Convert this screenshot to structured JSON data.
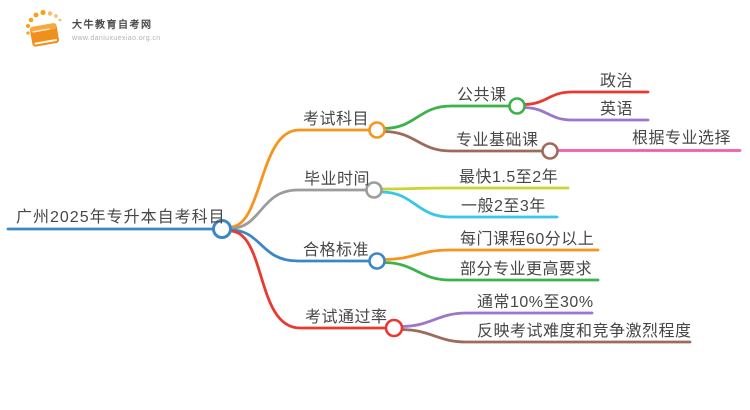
{
  "logo": {
    "site_name": "大牛教育自考网",
    "site_url": "www.daniuxuexiao.org.cn",
    "icon": "book-logo-icon",
    "brand_color": "#f0901c"
  },
  "palette": {
    "blue": "#3b86c6",
    "orange": "#f7941d",
    "gray": "#9c9c9c",
    "red": "#e83a30",
    "green": "#3bb24a",
    "brown": "#9d6b5e",
    "pink": "#f05cb0",
    "purple": "#9a76cd",
    "olive": "#ccd42f",
    "cyan": "#3ac6e9",
    "text": "#474747"
  },
  "mindmap": {
    "root": {
      "label": "广州2025年专升本自考科目",
      "color": "#3b86c6"
    },
    "branches": [
      {
        "label": "考试科目",
        "color": "#f7941d",
        "children": [
          {
            "label": "公共课",
            "color": "#3bb24a",
            "children": [
              {
                "label": "政治",
                "color": "#e83a30"
              },
              {
                "label": "英语",
                "color": "#9a76cd"
              }
            ]
          },
          {
            "label": "专业基础课",
            "color": "#9d6b5e",
            "children": [
              {
                "label": "根据专业选择",
                "color": "#f05cb0"
              }
            ]
          }
        ]
      },
      {
        "label": "毕业时间",
        "color": "#9c9c9c",
        "children": [
          {
            "label": "最快1.5至2年",
            "color": "#ccd42f"
          },
          {
            "label": "一般2至3年",
            "color": "#3ac6e9"
          }
        ]
      },
      {
        "label": "合格标准",
        "color": "#3b86c6",
        "children": [
          {
            "label": "每门课程60分以上",
            "color": "#f7941d"
          },
          {
            "label": "部分专业更高要求",
            "color": "#3bb24a"
          }
        ]
      },
      {
        "label": "考试通过率",
        "color": "#e83a30",
        "children": [
          {
            "label": "通常10%至30%",
            "color": "#9a76cd"
          },
          {
            "label": "反映考试难度和竞争激烈程度",
            "color": "#9d6b5e"
          }
        ]
      }
    ]
  }
}
